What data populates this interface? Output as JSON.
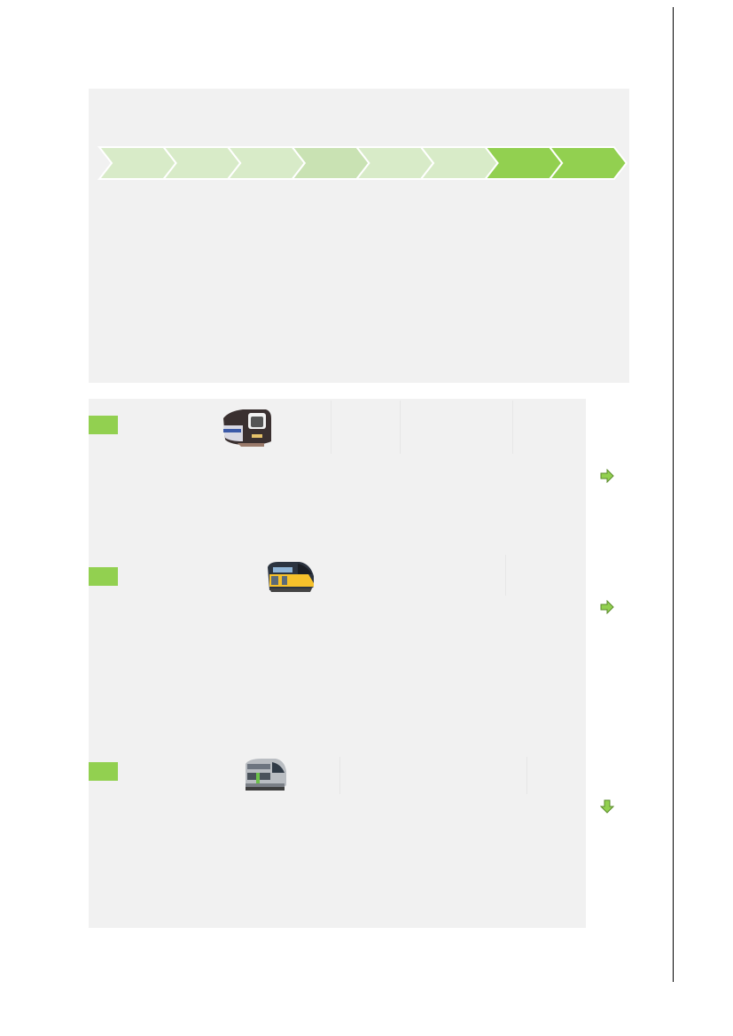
{
  "process_steps": [
    {
      "state": "pending",
      "color": "#d8ebc8"
    },
    {
      "state": "pending",
      "color": "#d8ebc8"
    },
    {
      "state": "pending",
      "color": "#d8ebc8"
    },
    {
      "state": "pending",
      "color": "#c9e2b3"
    },
    {
      "state": "pending",
      "color": "#d8ebc8"
    },
    {
      "state": "pending",
      "color": "#d8ebc8"
    },
    {
      "state": "active",
      "color": "#92d050"
    },
    {
      "state": "active",
      "color": "#92d050"
    }
  ],
  "sections": [
    {
      "icon": "train-front-icon",
      "next": "arrow-right-icon"
    },
    {
      "icon": "yellow-train-icon",
      "next": "arrow-right-icon"
    },
    {
      "icon": "grey-train-icon",
      "next": "arrow-down-icon"
    }
  ],
  "colors": {
    "accent": "#92d050",
    "panel": "#f1f1f1",
    "arrow_border": "#5a8a2a"
  }
}
